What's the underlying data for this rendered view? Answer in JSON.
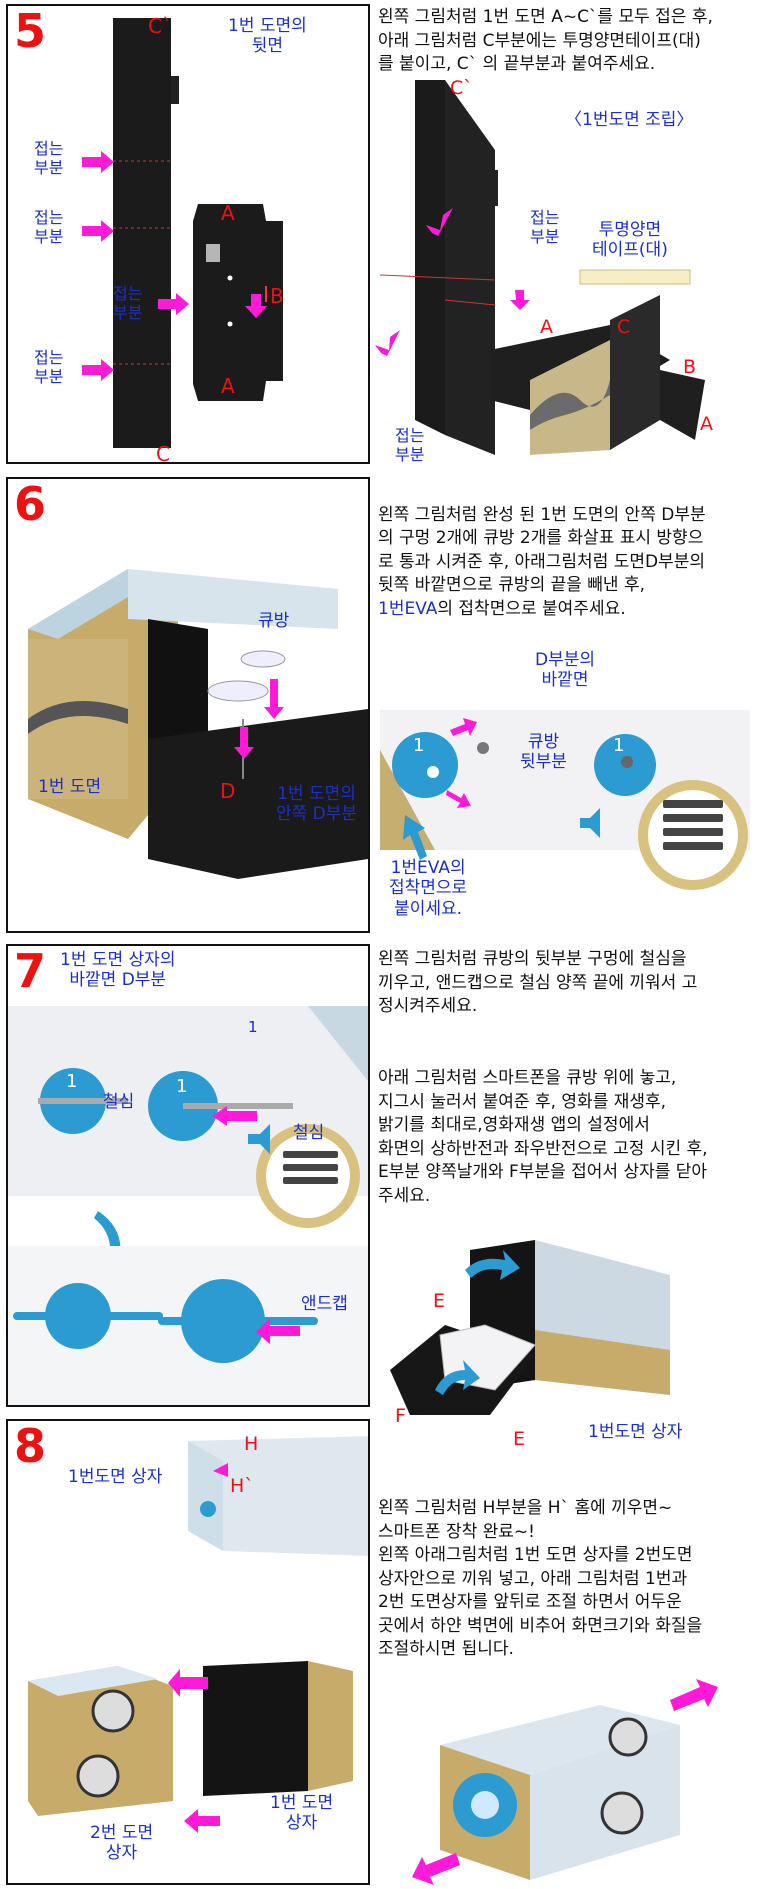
{
  "colors": {
    "label": "#1a30c8",
    "step_number": "#e11111",
    "arrow": "#ff1ad9",
    "figure_dark": "#111111"
  },
  "step5": {
    "number": "5",
    "back_label": "1번 도면의\n뒷면",
    "fold_label": "접는\n부분",
    "letters": {
      "a": "A",
      "b": "B",
      "c": "C",
      "c_prime": "C`"
    },
    "right_title": "〈1번도면 조립〉",
    "tape_label": "투명양면\n테이프(대)",
    "text": "왼쪽 그림처럼 1번 도면 A~C`를 모두 접은 후,\n아래 그림처럼  C부분에는 투명양면테이프(대)\n를 붙이고, C` 의 끝부분과 붙여주세요."
  },
  "step6": {
    "number": "6",
    "cupang": "큐방",
    "drawing1": "1번 도면",
    "inner_d": "1번 도면의\n안쪽 D부분",
    "d_letter": "D",
    "outer_d": "D부분의\n바깥면",
    "cupang_back": "큐방\n뒷부분",
    "eva_attach": "1번EVA의\n접착면으로\n붙이세요.",
    "disc_number": "1",
    "text_main": "왼쪽 그림처럼 완성 된 1번 도면의 안쪽 D부분\n의 구멍 2개에 큐방 2개를 화살표 표시 방향으\n로 통과 시켜준 후, 아래그림처럼 도면D부분의\n뒷쪽 바깥면으로 큐방의 끝을 빼낸 후,",
    "text_eva": "1번EVA",
    "text_tail": "의 접착면으로 붙여주세요."
  },
  "step7": {
    "number": "7",
    "outer_d": "1번 도면 상자의\n바깥면 D부분",
    "wire": "철심",
    "endcap": "앤드캡",
    "disc_number": "1",
    "letter_e": "E",
    "letter_f": "F",
    "box_label": "1번도면 상자",
    "text1": "왼쪽 그림처럼 큐방의 뒷부분 구멍에 철심을\n끼우고, 앤드캡으로 철심 양쪽 끝에 끼워서 고\n정시켜주세요.",
    "text2": "아래 그림처럼 스마트폰을 큐방 위에 놓고,\n지그시 눌러서 붙여준 후, 영화를 재생후,\n밝기를 최대로,영화재생 앱의 설정에서\n화면의 상하반전과 좌우반전으로 고정 시킨 후,\nE부분 양쪽날개와 F부분을 접어서 상자를 닫아\n주세요."
  },
  "step8": {
    "number": "8",
    "box1_label": "1번도면 상자",
    "letter_h": "H",
    "letter_h_prime": "H`",
    "box2_label": "2번 도면\n상자",
    "box1_label_b": "1번 도면\n상자",
    "text": "왼쪽 그림처럼 H부분을 H` 홈에 끼우면~\n스마트폰 장착 완료~!\n왼쪽 아래그림처럼 1번 도면 상자를 2번도면\n상자안으로 끼워 넣고, 아래 그림처럼 1번과\n2번 도면상자를 앞뒤로 조절 하면서 어두운\n곳에서 하얀 벽면에 비추어 화면크기와 화질을\n조절하시면 됩니다."
  }
}
